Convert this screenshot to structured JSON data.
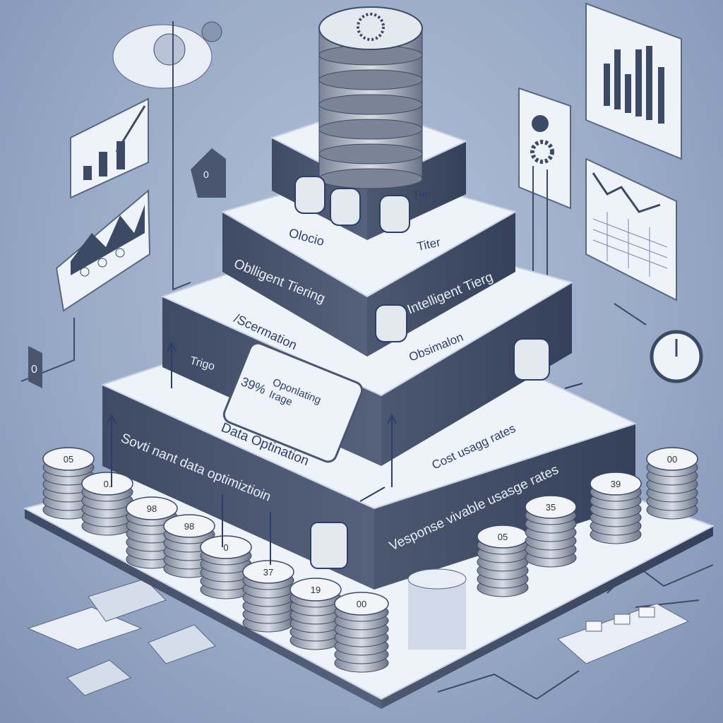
{
  "tiers": {
    "top": {
      "right_label": "Tier"
    },
    "second": {
      "left_top_label": "Olocio",
      "right_top_label": "Titer",
      "left_side_label": "Oblligent Tiering",
      "right_side_label": "Intelligent Tierg"
    },
    "third": {
      "left_top_label": "/Scermation",
      "right_top_label": "Obsimalon",
      "left_side_label": "Trigo",
      "badge_value": "39%",
      "badge_label_1": "Oponlating",
      "badge_label_2": "Irage"
    },
    "fourth": {
      "top_label": "Data Optination",
      "right_top_label": "Cost usagg rates",
      "left_side_label": "Sovti nant data optimiztioin",
      "right_side_label": "Vesponse vivable usasge rates"
    }
  },
  "coins": [
    "05",
    "0.",
    "98",
    "98",
    "0",
    "37",
    "19",
    "00",
    "05",
    "35",
    "39",
    "00"
  ],
  "side_icons": {
    "left_chip_label": "0",
    "center_chip_label": "0"
  },
  "colors": {
    "tier_top": "#eef2f9",
    "tier_side": "#4a5670",
    "accent": "#2c3f6b"
  }
}
